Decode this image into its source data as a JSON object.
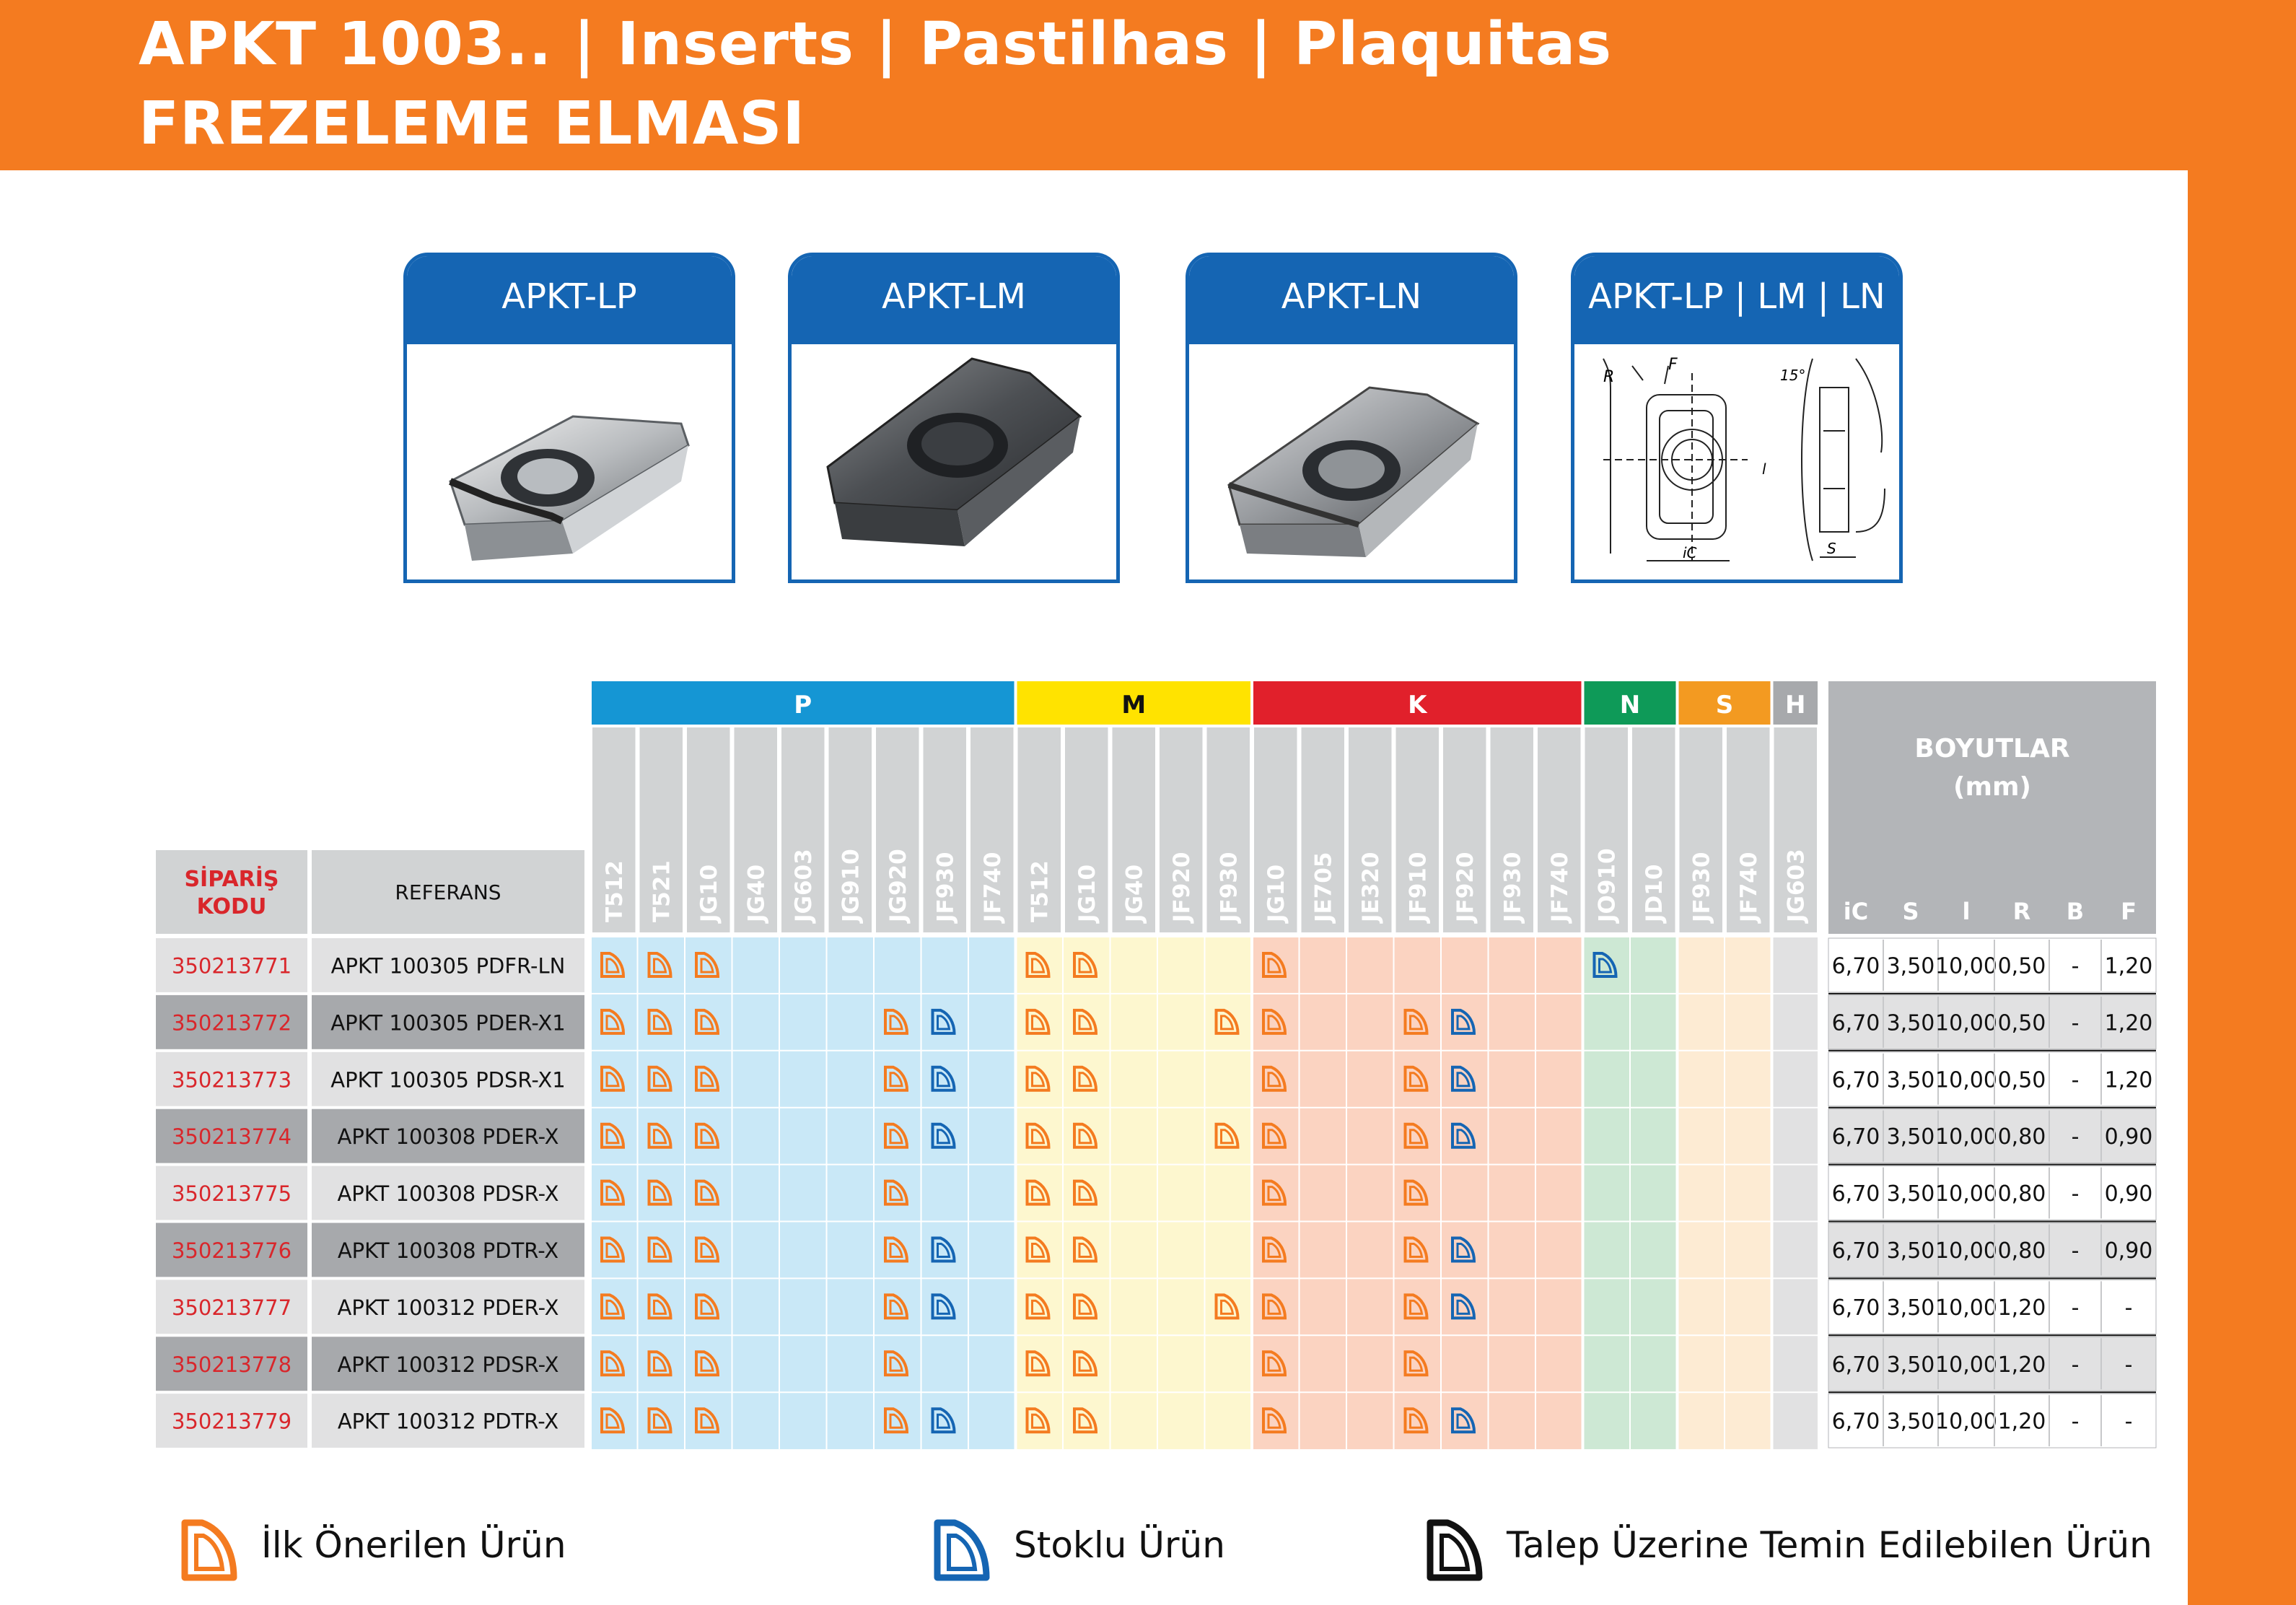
{
  "header": {
    "title_line1": "APKT 1003.. | Inserts | Pastilhas | Plaquitas",
    "title_line2": "FREZELEME ELMASI"
  },
  "colors": {
    "orange": "#f47b20",
    "blue": "#1565b3",
    "red_code": "#d9262b"
  },
  "cards": [
    {
      "label": "APKT-LP",
      "image": "insert-lp-image"
    },
    {
      "label": "APKT-LM",
      "image": "insert-lm-image"
    },
    {
      "label": "APKT-LN",
      "image": "insert-ln-image"
    },
    {
      "label": "APKT-LP | LM | LN",
      "image": "technical-drawing"
    }
  ],
  "drawing_labels": {
    "r": "R",
    "f": "F",
    "angle": "15°",
    "ic": "iC",
    "s": "S",
    "l": "l"
  },
  "table": {
    "col_code": "SİPARİŞ KODU",
    "col_ref": "REFERANS",
    "dims_title": "BOYUTLAR",
    "dims_unit": "(mm)",
    "dim_cols": [
      "iC",
      "S",
      "l",
      "R",
      "B",
      "F"
    ],
    "groups": [
      {
        "key": "P",
        "label": "P",
        "header_color": "#1596d4",
        "body_color": "#c9e8f7",
        "grades": [
          "T512",
          "T521",
          "JG10",
          "JG40",
          "JG603",
          "JG910",
          "JG920",
          "JF930",
          "JF740"
        ]
      },
      {
        "key": "M",
        "label": "M",
        "header_color": "#ffe300",
        "body_color": "#fdf7cf",
        "grades": [
          "T512",
          "JG10",
          "JG40",
          "JF920",
          "JF930"
        ]
      },
      {
        "key": "K",
        "label": "K",
        "header_color": "#e1202b",
        "body_color": "#fbd3c1",
        "grades": [
          "JG10",
          "JE705",
          "JE320",
          "JF910",
          "JF920",
          "JF930",
          "JF740"
        ]
      },
      {
        "key": "N",
        "label": "N",
        "header_color": "#0e9a58",
        "body_color": "#cde8d4",
        "grades": [
          "JO910",
          "JD10"
        ]
      },
      {
        "key": "S",
        "label": "S",
        "header_color": "#f39a21",
        "body_color": "#fdebd3",
        "grades": [
          "JF930",
          "JF740"
        ]
      },
      {
        "key": "H",
        "label": "H",
        "header_color": "#a7a9ac",
        "body_color": "#e1e1e2",
        "grades": [
          "JG603"
        ]
      }
    ],
    "rows": [
      {
        "code": "350213771",
        "ref": "APKT 100305 PDFR-LN",
        "dims": [
          "6,70",
          "3,50",
          "10,00",
          "0,50",
          "-",
          "1,20"
        ],
        "marks": {
          "P": [
            "o",
            "o",
            "o",
            "",
            "",
            "",
            "",
            "",
            ""
          ],
          "M": [
            "o",
            "o",
            "",
            "",
            ""
          ],
          "K": [
            "o",
            "",
            "",
            "",
            "",
            "",
            ""
          ],
          "N": [
            "b",
            ""
          ],
          "S": [
            "",
            ""
          ],
          "H": [
            ""
          ]
        }
      },
      {
        "code": "350213772",
        "ref": "APKT 100305 PDER-X1",
        "dims": [
          "6,70",
          "3,50",
          "10,00",
          "0,50",
          "-",
          "1,20"
        ],
        "marks": {
          "P": [
            "o",
            "o",
            "o",
            "",
            "",
            "",
            "o",
            "b",
            ""
          ],
          "M": [
            "o",
            "o",
            "",
            "",
            "o"
          ],
          "K": [
            "o",
            "",
            "",
            "o",
            "b",
            "",
            ""
          ],
          "N": [
            "",
            ""
          ],
          "S": [
            "",
            ""
          ],
          "H": [
            ""
          ]
        }
      },
      {
        "code": "350213773",
        "ref": "APKT 100305 PDSR-X1",
        "dims": [
          "6,70",
          "3,50",
          "10,00",
          "0,50",
          "-",
          "1,20"
        ],
        "marks": {
          "P": [
            "o",
            "o",
            "o",
            "",
            "",
            "",
            "o",
            "b",
            ""
          ],
          "M": [
            "o",
            "o",
            "",
            "",
            ""
          ],
          "K": [
            "o",
            "",
            "",
            "o",
            "b",
            "",
            ""
          ],
          "N": [
            "",
            ""
          ],
          "S": [
            "",
            ""
          ],
          "H": [
            ""
          ]
        }
      },
      {
        "code": "350213774",
        "ref": "APKT 100308 PDER-X",
        "dims": [
          "6,70",
          "3,50",
          "10,00",
          "0,80",
          "-",
          "0,90"
        ],
        "marks": {
          "P": [
            "o",
            "o",
            "o",
            "",
            "",
            "",
            "o",
            "b",
            ""
          ],
          "M": [
            "o",
            "o",
            "",
            "",
            "o"
          ],
          "K": [
            "o",
            "",
            "",
            "o",
            "b",
            "",
            ""
          ],
          "N": [
            "",
            ""
          ],
          "S": [
            "",
            ""
          ],
          "H": [
            ""
          ]
        }
      },
      {
        "code": "350213775",
        "ref": "APKT 100308 PDSR-X",
        "dims": [
          "6,70",
          "3,50",
          "10,00",
          "0,80",
          "-",
          "0,90"
        ],
        "marks": {
          "P": [
            "o",
            "o",
            "o",
            "",
            "",
            "",
            "o",
            "",
            ""
          ],
          "M": [
            "o",
            "o",
            "",
            "",
            ""
          ],
          "K": [
            "o",
            "",
            "",
            "o",
            "",
            "",
            ""
          ],
          "N": [
            "",
            ""
          ],
          "S": [
            "",
            ""
          ],
          "H": [
            ""
          ]
        }
      },
      {
        "code": "350213776",
        "ref": "APKT 100308 PDTR-X",
        "dims": [
          "6,70",
          "3,50",
          "10,00",
          "0,80",
          "-",
          "0,90"
        ],
        "marks": {
          "P": [
            "o",
            "o",
            "o",
            "",
            "",
            "",
            "o",
            "b",
            ""
          ],
          "M": [
            "o",
            "o",
            "",
            "",
            ""
          ],
          "K": [
            "o",
            "",
            "",
            "o",
            "b",
            "",
            ""
          ],
          "N": [
            "",
            ""
          ],
          "S": [
            "",
            ""
          ],
          "H": [
            ""
          ]
        }
      },
      {
        "code": "350213777",
        "ref": "APKT 100312 PDER-X",
        "dims": [
          "6,70",
          "3,50",
          "10,00",
          "1,20",
          "-",
          "-"
        ],
        "marks": {
          "P": [
            "o",
            "o",
            "o",
            "",
            "",
            "",
            "o",
            "b",
            ""
          ],
          "M": [
            "o",
            "o",
            "",
            "",
            "o"
          ],
          "K": [
            "o",
            "",
            "",
            "o",
            "b",
            "",
            ""
          ],
          "N": [
            "",
            ""
          ],
          "S": [
            "",
            ""
          ],
          "H": [
            ""
          ]
        }
      },
      {
        "code": "350213778",
        "ref": "APKT 100312 PDSR-X",
        "dims": [
          "6,70",
          "3,50",
          "10,00",
          "1,20",
          "-",
          "-"
        ],
        "marks": {
          "P": [
            "o",
            "o",
            "o",
            "",
            "",
            "",
            "o",
            "",
            ""
          ],
          "M": [
            "o",
            "o",
            "",
            "",
            ""
          ],
          "K": [
            "o",
            "",
            "",
            "o",
            "",
            "",
            ""
          ],
          "N": [
            "",
            ""
          ],
          "S": [
            "",
            ""
          ],
          "H": [
            ""
          ]
        }
      },
      {
        "code": "350213779",
        "ref": "APKT 100312 PDTR-X",
        "dims": [
          "6,70",
          "3,50",
          "10,00",
          "1,20",
          "-",
          "-"
        ],
        "marks": {
          "P": [
            "o",
            "o",
            "o",
            "",
            "",
            "",
            "o",
            "b",
            ""
          ],
          "M": [
            "o",
            "o",
            "",
            "",
            ""
          ],
          "K": [
            "o",
            "",
            "",
            "o",
            "b",
            "",
            ""
          ],
          "N": [
            "",
            ""
          ],
          "S": [
            "",
            ""
          ],
          "H": [
            ""
          ]
        }
      }
    ]
  },
  "legend": [
    {
      "icon": "orange-insert-icon",
      "color": "#f47b20",
      "label": "İlk Önerilen Ürün"
    },
    {
      "icon": "blue-insert-icon",
      "color": "#1565b3",
      "label": "Stoklu Ürün"
    },
    {
      "icon": "black-insert-icon",
      "color": "#111111",
      "label": "Talep Üzerine Temin Edilebilen Ürün"
    }
  ]
}
